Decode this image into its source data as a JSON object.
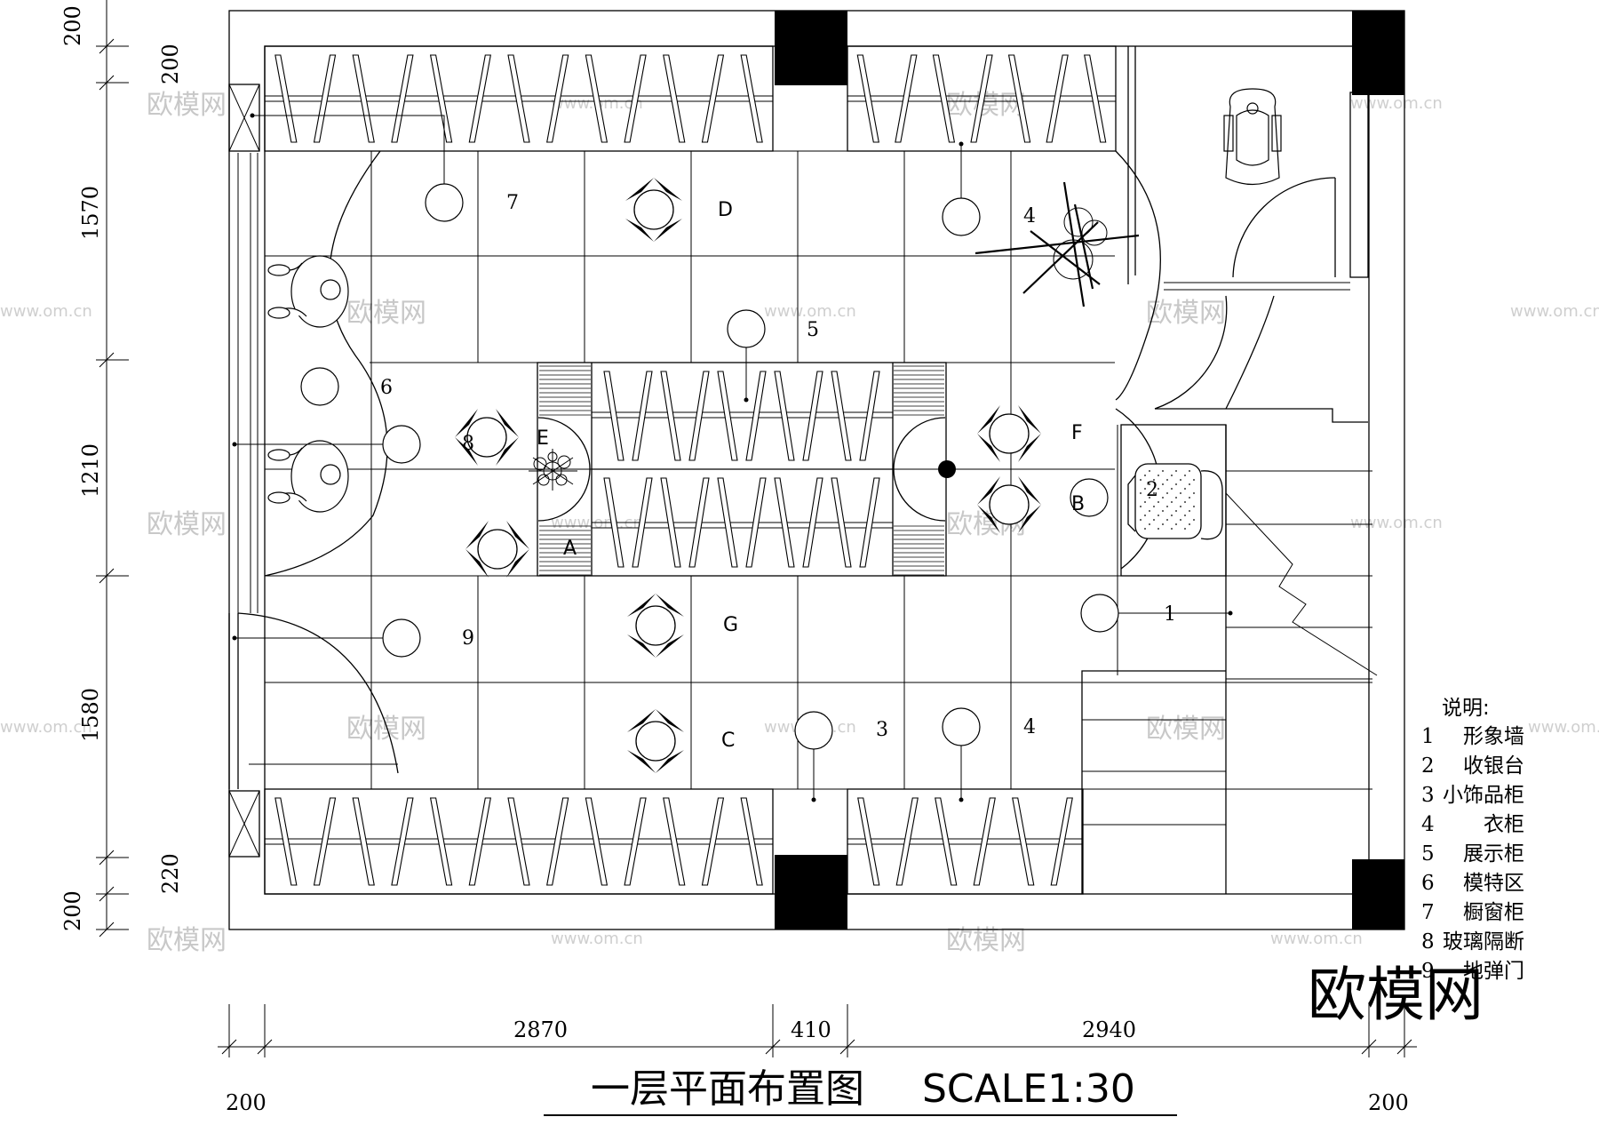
{
  "drawing": {
    "title": "一层平面布置图",
    "scale": "SCALE1:30"
  },
  "dimensions": {
    "bottom": {
      "seg1": "200",
      "seg2": "2870",
      "seg3": "410",
      "seg4": "2940",
      "seg5": "200"
    },
    "left_outer": {
      "seg1": "200",
      "seg2": "1570",
      "seg3": "1210",
      "seg4": "1580",
      "seg5": "200"
    },
    "left_inner": {
      "top": "200",
      "bottom": "220"
    }
  },
  "zone_numbers": [
    "7",
    "4",
    "5",
    "6",
    "8",
    "9",
    "3",
    "4",
    "1",
    "2"
  ],
  "zone_letters": [
    "D",
    "E",
    "A",
    "F",
    "B",
    "G",
    "C"
  ],
  "legend": {
    "heading": "说明:",
    "items": [
      {
        "num": "1",
        "label": "形象墙"
      },
      {
        "num": "2",
        "label": "收银台"
      },
      {
        "num": "3",
        "label": "小饰品柜"
      },
      {
        "num": "4",
        "label": "衣柜"
      },
      {
        "num": "5",
        "label": "展示柜"
      },
      {
        "num": "6",
        "label": "模特区"
      },
      {
        "num": "7",
        "label": "橱窗柜"
      },
      {
        "num": "8",
        "label": "玻璃隔断"
      },
      {
        "num": "9",
        "label": "地弹门"
      }
    ]
  },
  "watermark": {
    "brand": "欧模网",
    "url": "www.om.cn"
  }
}
